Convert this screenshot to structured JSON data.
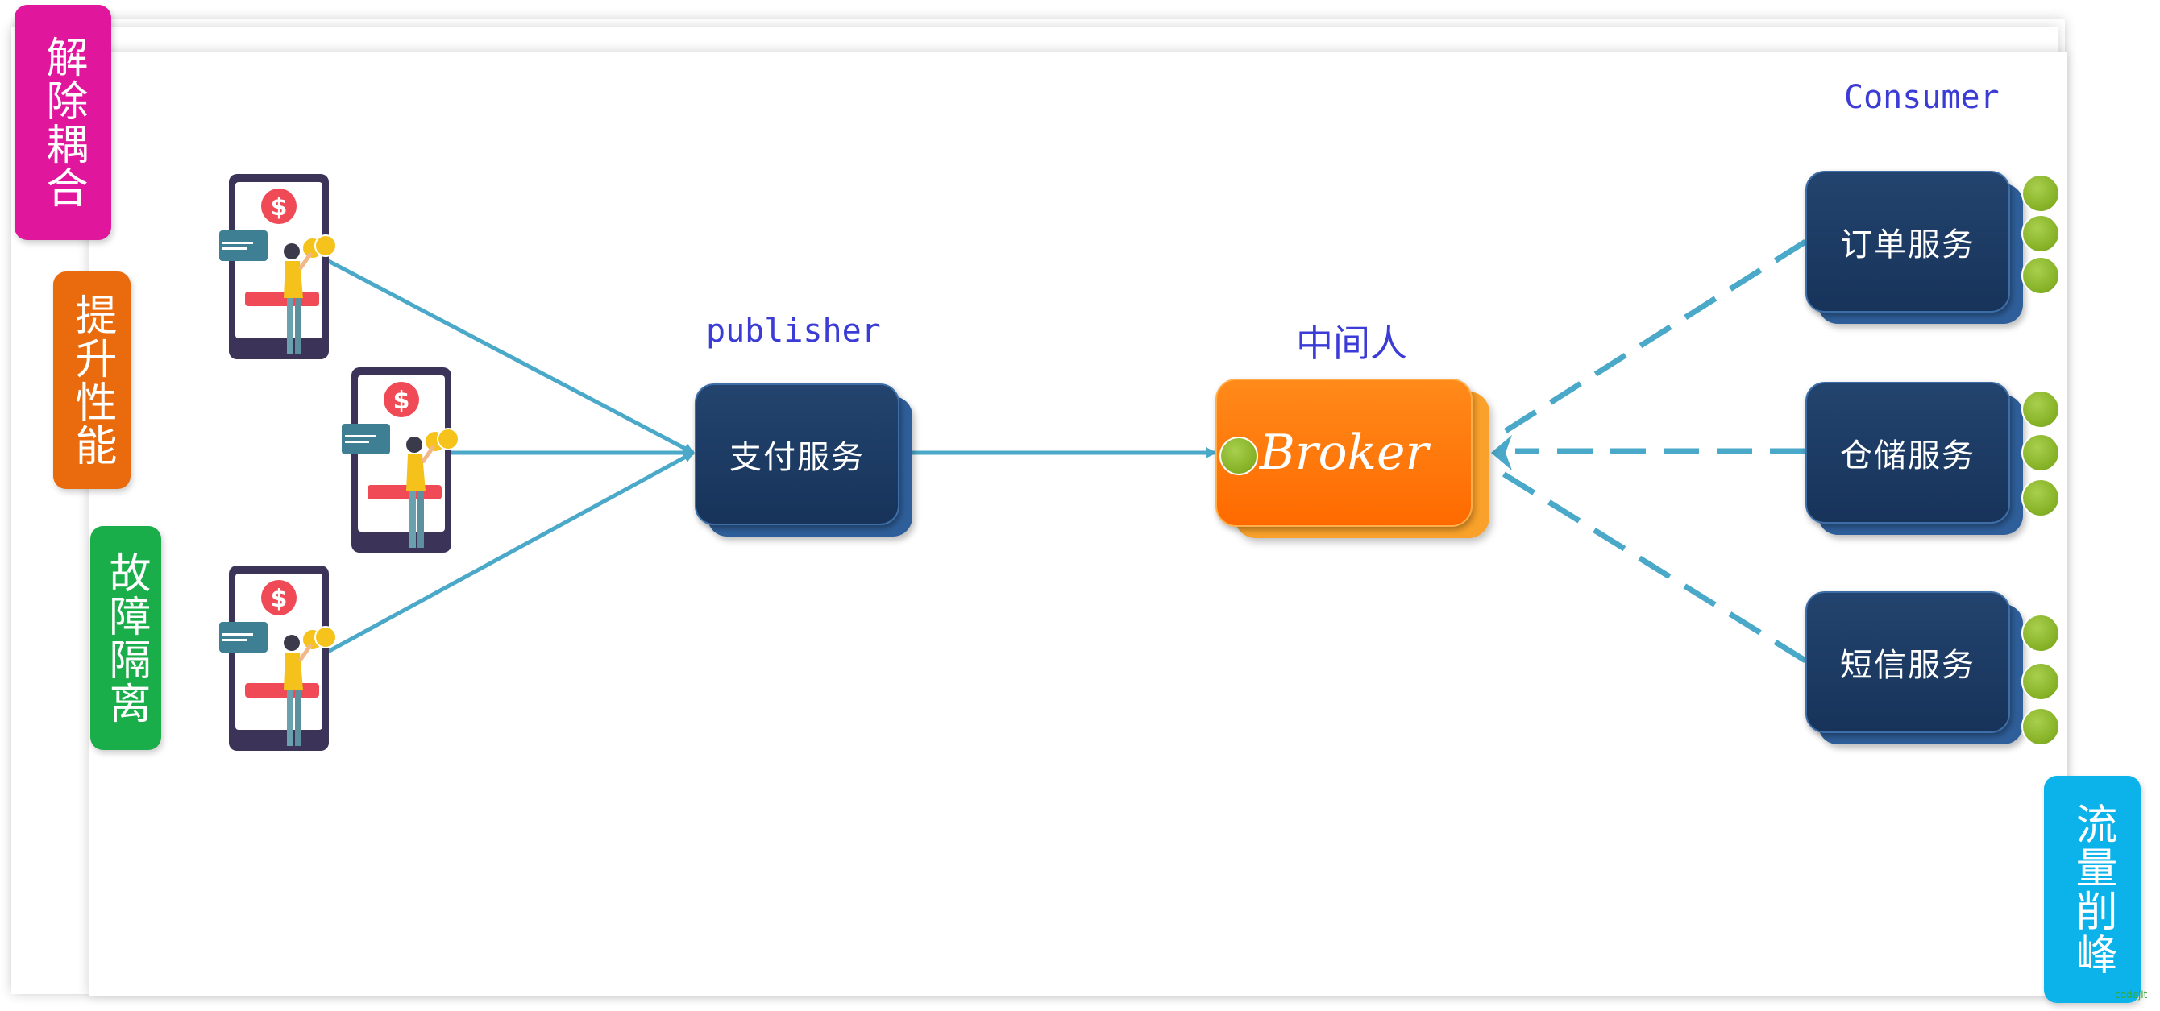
{
  "tags": {
    "decouple": {
      "label": "解除耦合",
      "color": "#e0179c"
    },
    "performance": {
      "label": "提升性能",
      "color": "#ea6b0d"
    },
    "isolation": {
      "label": "故障隔离",
      "color": "#1aae4a"
    },
    "peak_shaving": {
      "label": "流量削峰",
      "color": "#0bb3ea"
    }
  },
  "publisher": {
    "caption": "publisher",
    "service": "支付服务"
  },
  "broker": {
    "caption": "中间人",
    "label": "Broker"
  },
  "consumer": {
    "caption": "Consumer",
    "services": [
      "订单服务",
      "仓储服务",
      "短信服务"
    ]
  },
  "icons": {
    "client": "mobile-payment-icon",
    "currency": "$"
  },
  "colors": {
    "arrow": "#4aa8c8",
    "service": "#1b3a63",
    "broker": "#ff7a0a",
    "queue_dot": "#8cbb2a"
  },
  "watermark": "codejit"
}
